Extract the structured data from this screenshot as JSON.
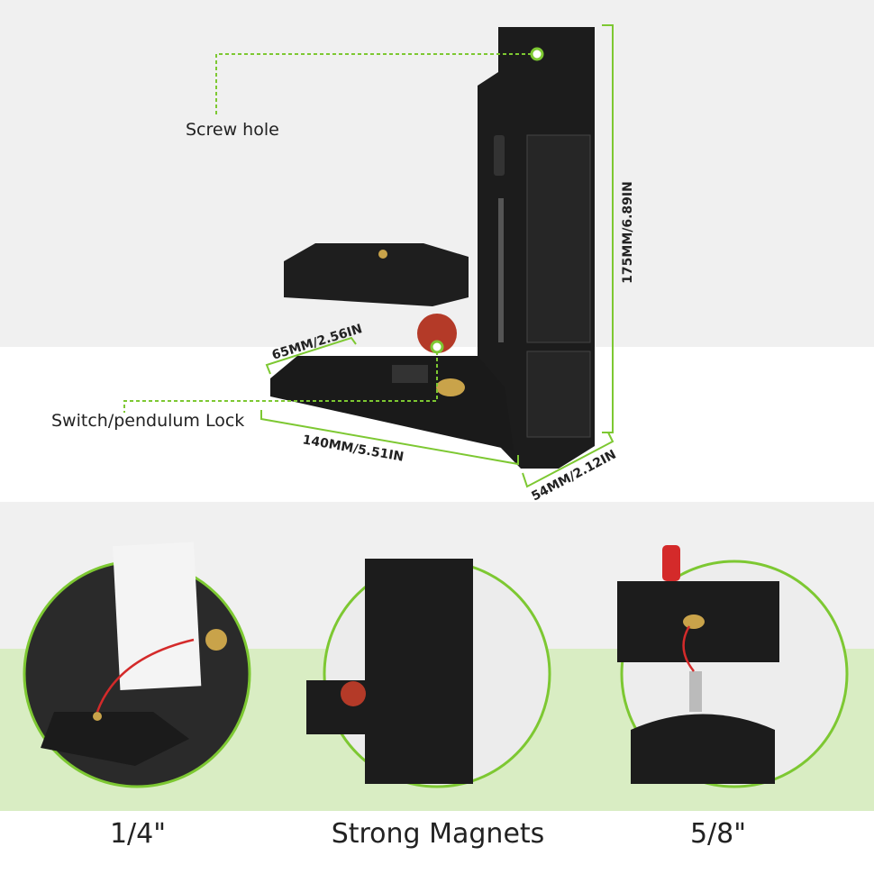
{
  "callouts": {
    "screw_hole": "Screw hole",
    "switch_lock": "Switch/pendulum Lock"
  },
  "dimensions": {
    "height": "175MM/6.89IN",
    "depth_top": "65MM/2.56IN",
    "length": "140MM/5.51IN",
    "width": "54MM/2.12IN"
  },
  "features": [
    {
      "caption": "1/4\""
    },
    {
      "caption": "Strong Magnets"
    },
    {
      "caption": "5/8\""
    }
  ],
  "colors": {
    "accent_green": "#7dc832",
    "band_green": "#d9edc3",
    "knob_red": "#b43a28",
    "product_black": "#1c1c1c"
  }
}
